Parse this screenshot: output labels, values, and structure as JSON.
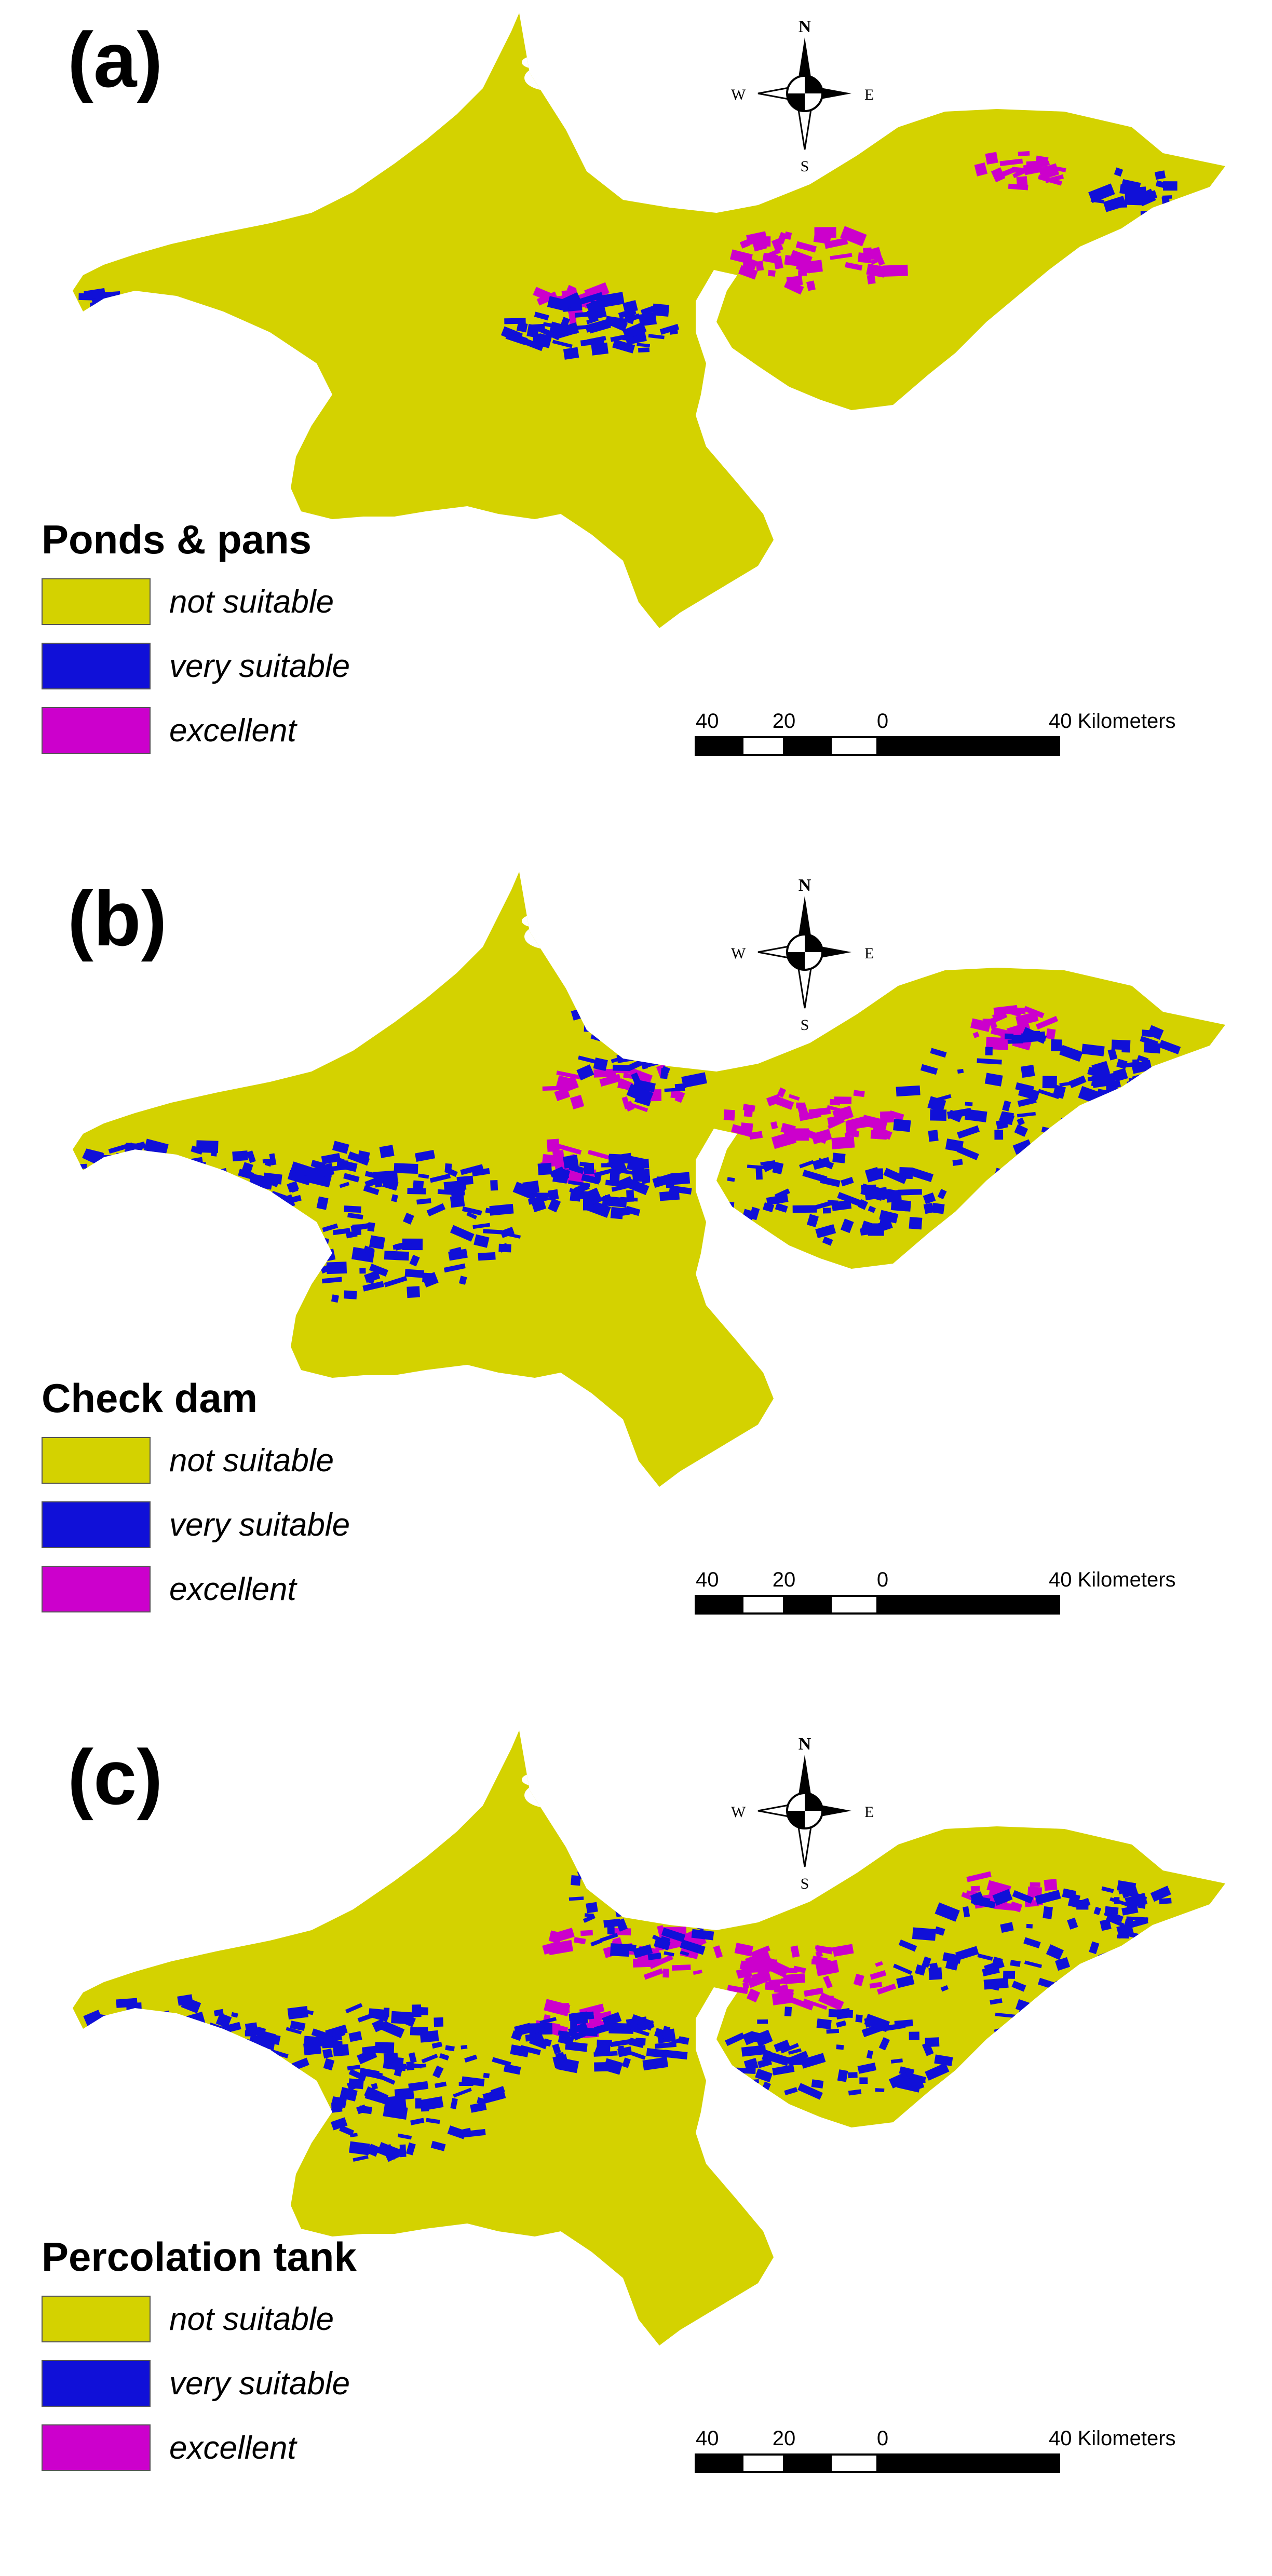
{
  "colors": {
    "not_suitable": "#d4d200",
    "very_suitable": "#1010d8",
    "excellent": "#cc00cc",
    "background": "#ffffff",
    "text": "#000000"
  },
  "compass": {
    "north": "N",
    "south": "S",
    "east": "E",
    "west": "W"
  },
  "scale": {
    "ticks": [
      "40",
      "20",
      "0",
      "40 Kilometers"
    ]
  },
  "panels": [
    {
      "letter": "(a)",
      "legend_title": "Ponds & pans",
      "legend": [
        {
          "label": "not suitable",
          "class": "not_suitable"
        },
        {
          "label": "very suitable",
          "class": "very_suitable"
        },
        {
          "label": "excellent",
          "class": "excellent"
        }
      ],
      "suitability_extent": {
        "very_suitable": "low",
        "excellent": "low"
      }
    },
    {
      "letter": "(b)",
      "legend_title": "Check dam",
      "legend": [
        {
          "label": "not suitable",
          "class": "not_suitable"
        },
        {
          "label": "very suitable",
          "class": "very_suitable"
        },
        {
          "label": "excellent",
          "class": "excellent"
        }
      ],
      "suitability_extent": {
        "very_suitable": "high",
        "excellent": "medium"
      }
    },
    {
      "letter": "(c)",
      "legend_title": "Percolation tank",
      "legend": [
        {
          "label": "not suitable",
          "class": "not_suitable"
        },
        {
          "label": "very suitable",
          "class": "very_suitable"
        },
        {
          "label": "excellent",
          "class": "excellent"
        }
      ],
      "suitability_extent": {
        "very_suitable": "high",
        "excellent": "high"
      }
    }
  ]
}
